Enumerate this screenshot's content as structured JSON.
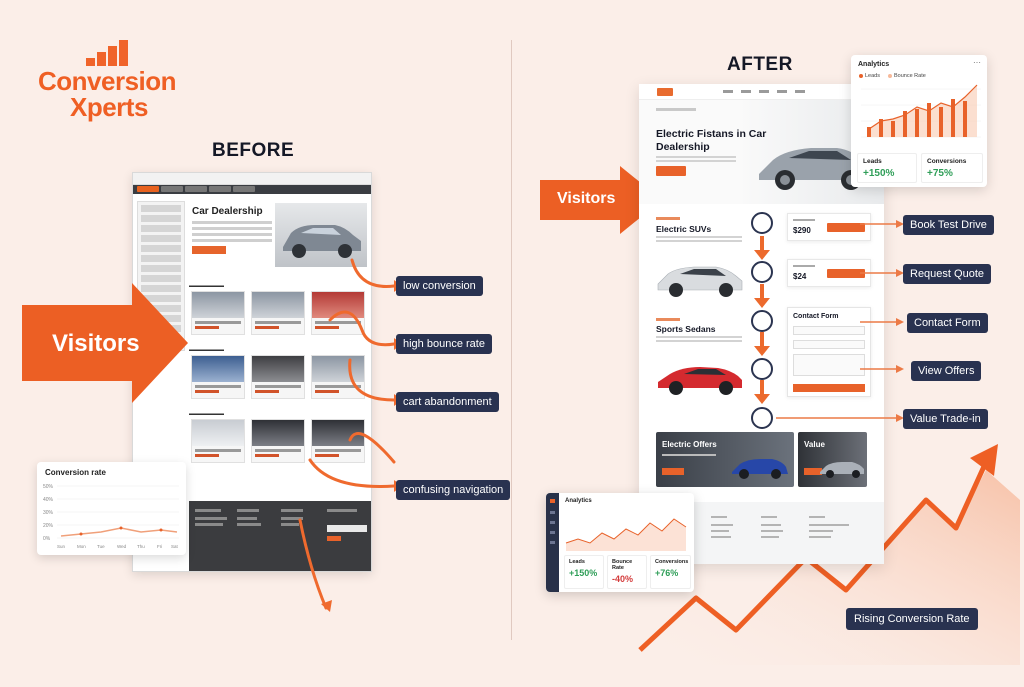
{
  "logo": {
    "line1": "Conversion",
    "line2": "Xperts"
  },
  "before": {
    "heading": "BEFORE",
    "old_page": {
      "hero_title": "Car Dealership"
    },
    "visitors": "Visitors",
    "callouts": [
      "low conversion",
      "high bounce rate",
      "cart abandonment",
      "confusing navigation"
    ],
    "conversion_card": {
      "title": "Conversion rate",
      "y_ticks": [
        "50%",
        "40%",
        "30%",
        "20%",
        "0%"
      ],
      "x_ticks": [
        "Sun",
        "Mon",
        "Tue",
        "Wed",
        "Thu",
        "Fri",
        "Sat"
      ]
    }
  },
  "after": {
    "heading": "AFTER",
    "visitors": "Visitors",
    "hero_title": "Electric Fistans in Car Dealership",
    "sections": {
      "suv": "Electric SUVs",
      "sedan": "Sports Sedans"
    },
    "prices": [
      "$290",
      "$24"
    ],
    "contact_form": "Contact Form",
    "offers": [
      "Electric Offers",
      "Value"
    ],
    "actions": [
      "Book Test Drive",
      "Request Quote",
      "Contact Form",
      "View Offers",
      "Value Trade-in"
    ],
    "rising": "Rising Conversion Rate",
    "analytics": {
      "title": "Analytics",
      "legend": [
        "Leads",
        "Bounce Rate"
      ],
      "stats": [
        {
          "label": "Leads",
          "value": "+150%"
        },
        {
          "label": "Conversions",
          "value": "+75%"
        }
      ]
    },
    "dashboard": {
      "title": "Analytics",
      "stats": [
        {
          "label": "Leads",
          "value": "+150%"
        },
        {
          "label": "Bounce Rate",
          "value": "-40%"
        },
        {
          "label": "Conversions",
          "value": "+76%"
        }
      ]
    }
  },
  "colors": {
    "accent": "#ef5f24",
    "navy": "#293250",
    "background": "#fbeee8"
  }
}
